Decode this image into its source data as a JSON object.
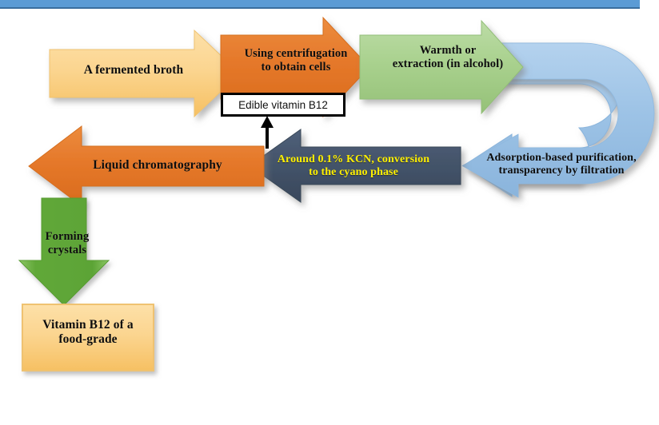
{
  "figure": {
    "title": "Vitamin B12 food-grade production flow diagram",
    "top_bar": {
      "name": "decorative-top-band",
      "color": "#5B9BD5"
    }
  },
  "palette": {
    "light_yellow": "#FBD590",
    "orange": "#E5782A",
    "light_green": "#A9D18E",
    "green": "#61A839",
    "light_blue": "#9DC3E6",
    "slate": "#44546A",
    "yellow_text": "#FFF000",
    "dark_text": "#0D0D0D",
    "box_border": "#000000"
  },
  "steps": [
    {
      "id": "fermented-broth",
      "label": "A fermented broth",
      "shape": "right-arrow",
      "color": "#FBD590"
    },
    {
      "id": "centrifugation",
      "label": "Using centrifugation\nto obtain cells",
      "shape": "right-arrow",
      "color": "#E5782A"
    },
    {
      "id": "warmth-extraction",
      "label": "Warmth or\nextraction (in alcohol)",
      "shape": "right-arrow",
      "color": "#A9D18E"
    },
    {
      "id": "adsorption-purification",
      "label": "Adsorption-based purification,\ntransparency by filtration",
      "shape": "u-turn-left-arrow",
      "color": "#9DC3E6"
    },
    {
      "id": "kcn-conversion",
      "label": "Around 0.1% KCN, conversion\nto the cyano phase",
      "shape": "left-arrow",
      "color": "#44546A"
    },
    {
      "id": "liquid-chromatography",
      "label": "Liquid chromatography",
      "shape": "left-arrow",
      "color": "#E5782A"
    },
    {
      "id": "forming-crystals",
      "label": "Forming\ncrystals",
      "shape": "down-arrow",
      "color": "#61A839"
    }
  ],
  "callout": {
    "id": "edible-vitamin-b12",
    "label": "Edible vitamin B12",
    "connector": "up-arrow"
  },
  "output": {
    "id": "food-grade-vitamin-b12",
    "label": "Vitamin B12 of a\nfood-grade",
    "shape": "rectangle",
    "color": "#FBD590"
  }
}
